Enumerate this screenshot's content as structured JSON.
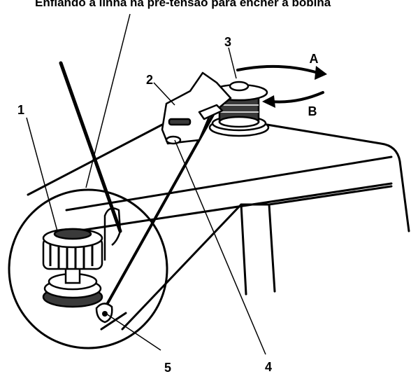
{
  "caption": "Enfiando a linha na pré-tensão para encher a bobina",
  "callouts": {
    "c1": "1",
    "c2": "2",
    "c3": "3",
    "c4": "4",
    "c5": "5"
  },
  "arrows": {
    "a": "A",
    "b": "B"
  },
  "colors": {
    "ink": "#000000",
    "paper": "#ffffff",
    "shade": "#3a3a3a"
  }
}
